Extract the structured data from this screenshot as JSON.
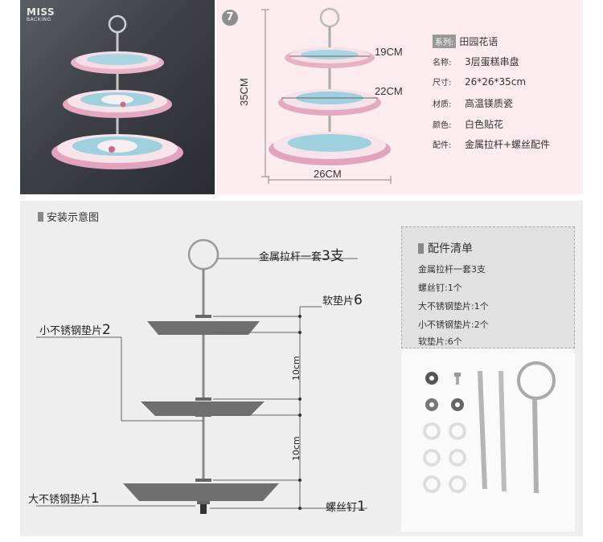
{
  "brand": {
    "line1": "MISS",
    "line2": "BACKING"
  },
  "spec": {
    "badge": "7",
    "dim_top": "19CM",
    "dim_mid": "22CM",
    "dim_height": "35CM",
    "dim_width": "26CM",
    "rows": [
      {
        "key": "系列:",
        "value": "田园花语"
      },
      {
        "key": "名称:",
        "value": "3层蛋糕串盘"
      },
      {
        "key": "尺寸:",
        "value": "26*26*35cm"
      },
      {
        "key": "材质:",
        "value": "高温镁质瓷"
      },
      {
        "key": "颜色:",
        "value": "白色贴花"
      },
      {
        "key": "配件:",
        "value": "金属拉杆+螺丝配件"
      }
    ]
  },
  "install": {
    "title": "安装示意图",
    "labels": {
      "rod": "金属拉杆一套",
      "rod_num": "3支",
      "soft_pad": "软垫片",
      "soft_pad_num": "6",
      "small_pad": "小不锈钢垫片",
      "small_pad_num": "2",
      "big_pad": "大不锈钢垫片",
      "big_pad_num": "1",
      "screw": "螺丝钉",
      "screw_num": "1",
      "gap1": "10cm",
      "gap2": "10cm"
    }
  },
  "parts": {
    "title": "配件清单",
    "items": [
      "金属拉杆一套3支",
      "螺丝钉:1个",
      "大不锈钢垫片:1个",
      "小不锈钢垫片:2个",
      "软垫片:6个"
    ]
  },
  "colors": {
    "spec_bg": "#fcecf0",
    "bottom_bg": "#eeeeee",
    "plate_dark": "#707070",
    "accent_pink": "#e6a7bf",
    "accent_blue": "#9fd0de"
  }
}
